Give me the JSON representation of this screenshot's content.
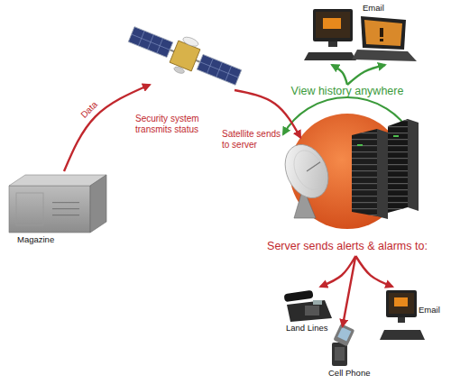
{
  "diagram": {
    "nodes": [
      {
        "text": [
          "Magazine"
        ]
      },
      {
        "text": [
          "View history anywhere",
          "Server sends alerts & alarms to:"
        ]
      },
      {
        "text": [
          "Email"
        ]
      },
      {
        "text": [
          "Land Lines"
        ]
      },
      {
        "text": [
          "Cell Phone"
        ]
      },
      {
        "text": [
          "Email"
        ]
      }
    ],
    "edges": [
      {
        "from": 0,
        "to": 1,
        "label": "Data",
        "arrow": "to"
      },
      {
        "from": 1,
        "to": 2,
        "arrow": "to"
      },
      {
        "from": 1,
        "to": 3,
        "arrow": "to"
      },
      {
        "from": 1,
        "to": 4,
        "arrow": "to"
      },
      {
        "from": 1,
        "to": 5,
        "arrow": "to"
      }
    ],
    "labels": [
      "Security system transmits status",
      "Satellite sends to server"
    ]
  }
}
